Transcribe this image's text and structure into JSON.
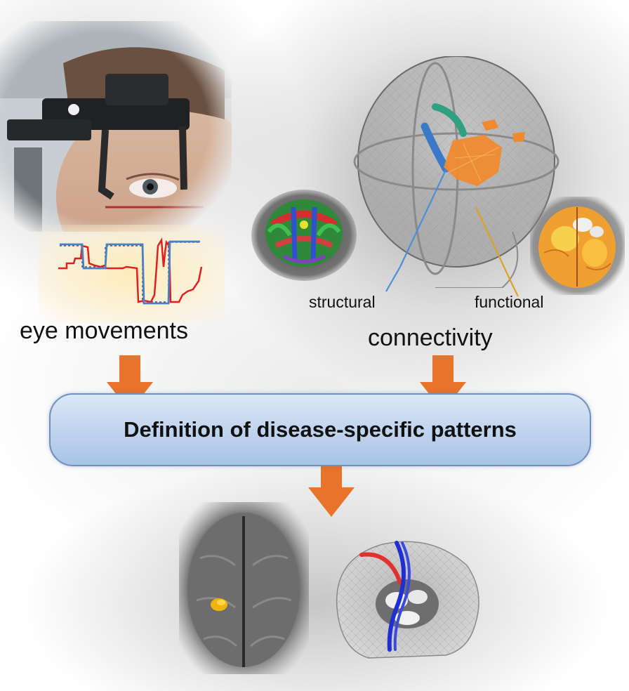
{
  "labels": {
    "eye_movements": "eye movements",
    "connectivity": "connectivity",
    "structural": "structural",
    "functional": "functional",
    "pattern_box": "Definition of disease-specific patterns"
  },
  "colors": {
    "arrow": "#e8732a",
    "box_fill": "#bfd3ee",
    "box_border": "#6f8fbf",
    "structural_line": "#4a90d9",
    "functional_line": "#e0a020",
    "trace_red": "#e02020",
    "trace_blue": "#4a80c8"
  }
}
